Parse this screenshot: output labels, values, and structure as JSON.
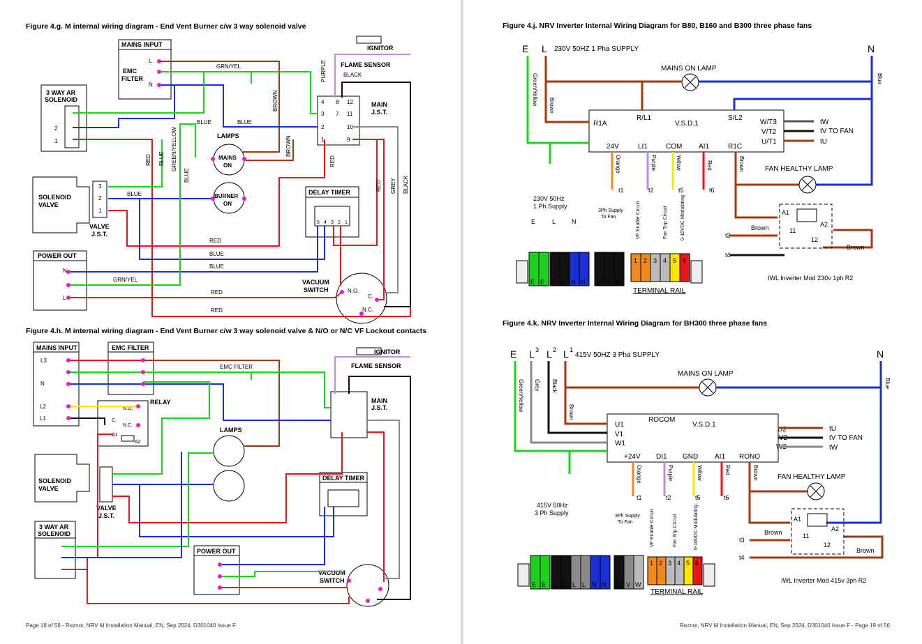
{
  "left_page": {
    "fig_g": {
      "title": "Figure 4.g. M internal wiring diagram - End Vent Burner c/w 3 way solenoid valve",
      "mains_input": "MAINS INPUT",
      "mains_l": "L",
      "mains_n": "N",
      "emc": "EMC",
      "filter": "FILTER",
      "solenoid_3way_1": "3 WAY AR",
      "solenoid_3way_2": "SOLENOID",
      "sol_term_2": "2",
      "sol_term_1": "1",
      "solenoid_valve_1": "SOLENOID",
      "solenoid_valve_2": "VALVE",
      "valve_jst_1": "VALVE",
      "valve_jst_2": "J.S.T.",
      "vj_3": "3",
      "vj_2": "2",
      "vj_1": "1",
      "power_out": "POWER OUT",
      "po_n": "N",
      "po_l": "L",
      "ignitor": "IGNITOR",
      "flame_sensor": "FLAME SENSOR",
      "purple": "PURPLE",
      "black": "BLACK",
      "grn_yel": "GRN/YEL",
      "brown": "BROWN",
      "blue": "BLUE",
      "red": "RED",
      "grey": "GREY",
      "green_yellow": "GREEN/YELLOW",
      "lamps": "LAMPS",
      "mains_on_1": "MAINS",
      "mains_on_2": "ON",
      "burner_on_1": "BURNER",
      "burner_on_2": "ON",
      "main_jst_1": "MAIN",
      "main_jst_2": "J.S.T.",
      "jst_grid": [
        "4",
        "8",
        "12",
        "3",
        "7",
        "11",
        "2",
        "",
        "10",
        "1",
        "",
        "9"
      ],
      "delay_timer": "DELAY TIMER",
      "dip": [
        "5",
        "4",
        "3",
        "2",
        "1"
      ],
      "vacuum_switch_1": "VACUUM",
      "vacuum_switch_2": "SWITCH",
      "no": "N.O.",
      "c": "C.",
      "nc": "N.C."
    },
    "fig_h": {
      "title": "Figure 4.h. M internal wiring diagram - End Vent Burner c/w 3 way solenoid valve & N/O or N/C VF Lockout contacts",
      "mains_input": "MAINS INPUT",
      "emc_filter": "EMC FILTER",
      "l3": "L3",
      "n": "N",
      "l2": "L2",
      "l1": "L1",
      "relay": "RELAY",
      "relay_no": "N.O.",
      "relay_c": "C.",
      "relay_nc": "N.C.",
      "a1": "A1",
      "a2": "A2",
      "solenoid_valve_1": "SOLENOID",
      "solenoid_valve_2": "VALVE",
      "valve_jst_1": "VALVE",
      "valve_jst_2": "J.S.T.",
      "solenoid_3way_1": "3 WAY AR",
      "solenoid_3way_2": "SOLENOID",
      "power_out": "POWER OUT",
      "ignitor": "IGNITOR",
      "flame_sensor": "FLAME SENSOR",
      "lamps": "LAMPS",
      "main_jst_1": "MAIN",
      "main_jst_2": "J.S.T.",
      "delay_timer": "DELAY TIMER",
      "vacuum_switch_1": "VACUUM",
      "vacuum_switch_2": "SWITCH"
    },
    "footer": "Page 18 of 56 - Reznor, NRV M Installation Manual, EN, Sep 2024, D301040 Issue F"
  },
  "right_page": {
    "fig_j": {
      "title": "Figure 4.j. NRV Inverter Internal Wiring Diagram for B80, B160 and B300 three phase fans",
      "e": "E",
      "l": "L",
      "n": "N",
      "supply": "230V 50HZ 1 Pha SUPPLY",
      "mains_on_lamp": "MAINS ON LAMP",
      "green_yellow": "Green/Yellow",
      "brown": "Brown",
      "blue": "Blue",
      "r1a": "R1A",
      "rl1": "R/L1",
      "vsd": "V.S.D.1",
      "sl2": "S/L2",
      "wt3": "W/T3",
      "vt2": "V/T2",
      "ut1": "U/T1",
      "v24": "24V",
      "li1": "LI1",
      "com": "COM",
      "ai1": "AI1",
      "r1c": "R1C",
      "tw": "tW",
      "tv_to_fan": "tV  TO FAN",
      "tu": "tU",
      "orange": "Orange",
      "purple": "Purple",
      "yellow": "Yellow",
      "red": "Red",
      "t1": "t1",
      "t2": "t2",
      "t5": "t5",
      "t6": "t6",
      "fan_healthy_lamp": "FAN HEALTHY LAMP",
      "supply_1": "230V 50Hz",
      "supply_2": "1 Ph Supply",
      "tb_e": "E",
      "tb_l": "L",
      "tb_n": "N",
      "ph_supply_1": "3Ph Supply",
      "ph_supply_2": "To Fan",
      "vf_enable": "VF Enable Circuit",
      "fan_trip": "Fan Trip Circuit",
      "modulating": "0-10VDC Modulating",
      "rail_bottom": [
        "E",
        "E",
        "L",
        "L",
        "N",
        "N"
      ],
      "uvw": [
        "U",
        "V",
        "W"
      ],
      "rail_nums": [
        "1",
        "2",
        "3",
        "4",
        "5",
        "6"
      ],
      "terminal_rail": "TERMINAL RAIL",
      "a1": "A1",
      "a2": "A2",
      "c11": "11",
      "c12": "12",
      "t3": "t3",
      "t4": "t4",
      "model": "IWL Inverter Mod 230v 1ph R2"
    },
    "fig_k": {
      "title": "Figure 4.k. NRV Inverter Internal Wiring Diagram for BH300 three phase fans",
      "e": "E",
      "l3": "L",
      "l2": "L",
      "l1": "L",
      "sup3": "3",
      "sup2": "2",
      "sup1": "1",
      "n": "N",
      "supply": "415V 50HZ 3 Pha SUPPLY",
      "mains_on_lamp": "MAINS ON LAMP",
      "green_yellow": "Green/Yellow",
      "grey": "Grey",
      "black": "Black",
      "brown": "Brown",
      "blue": "Blue",
      "u1": "U1",
      "v1": "V1",
      "w1": "W1",
      "rocom": "ROCOM",
      "vsd": "V.S.D.1",
      "u2": "U2",
      "v2": "V2",
      "w2": "W2",
      "v24": "+24V",
      "di1": "DI1",
      "gnd": "GND",
      "ai1": "AI1",
      "rono": "RONO",
      "tu": "tU",
      "tv_to_fan": "tV  TO FAN",
      "tw": "tW",
      "orange": "Orange",
      "purple": "Purple",
      "yellow": "Yellow",
      "red": "Red",
      "t1": "t1",
      "t2": "t2",
      "t5": "t5",
      "t6": "t6",
      "fan_healthy_lamp": "FAN HEALTHY LAMP",
      "supply_1": "415V 50Hz",
      "supply_2": "3 Ph Supply",
      "ph_supply_1": "3Ph Supply",
      "ph_supply_2": "To Fan",
      "vf_enable": "VF Enable Circuit",
      "fan_trip": "Fan Trip Circuit",
      "modulating": "0-10VDC Modulating",
      "rail_bottom": [
        "E",
        "E",
        "L",
        "L",
        "L",
        "L",
        "N",
        "N"
      ],
      "uvw": [
        "U",
        "V",
        "W"
      ],
      "rail_nums": [
        "1",
        "2",
        "3",
        "4",
        "5",
        "6"
      ],
      "terminal_rail": "TERMINAL RAIL",
      "a1": "A1",
      "a2": "A2",
      "c11": "11",
      "c12": "12",
      "t3": "t3",
      "t4": "t4",
      "model": "IWL Inverter Mod 415v 3ph R2"
    },
    "footer": "Reznor, NRV M Installation Manual, EN, Sep 2024, D301040 Issue F - Page 19 of 56"
  },
  "colors": {
    "red": "#e8161c",
    "blue": "#1a2fd6",
    "green": "#1fd11f",
    "brown": "#a03a10",
    "purple": "#c58ae6",
    "black": "#111111",
    "grey": "#8a8a8a",
    "magenta": "#e81cc8",
    "yellow": "#ffe600",
    "orange": "#f08a1e"
  }
}
